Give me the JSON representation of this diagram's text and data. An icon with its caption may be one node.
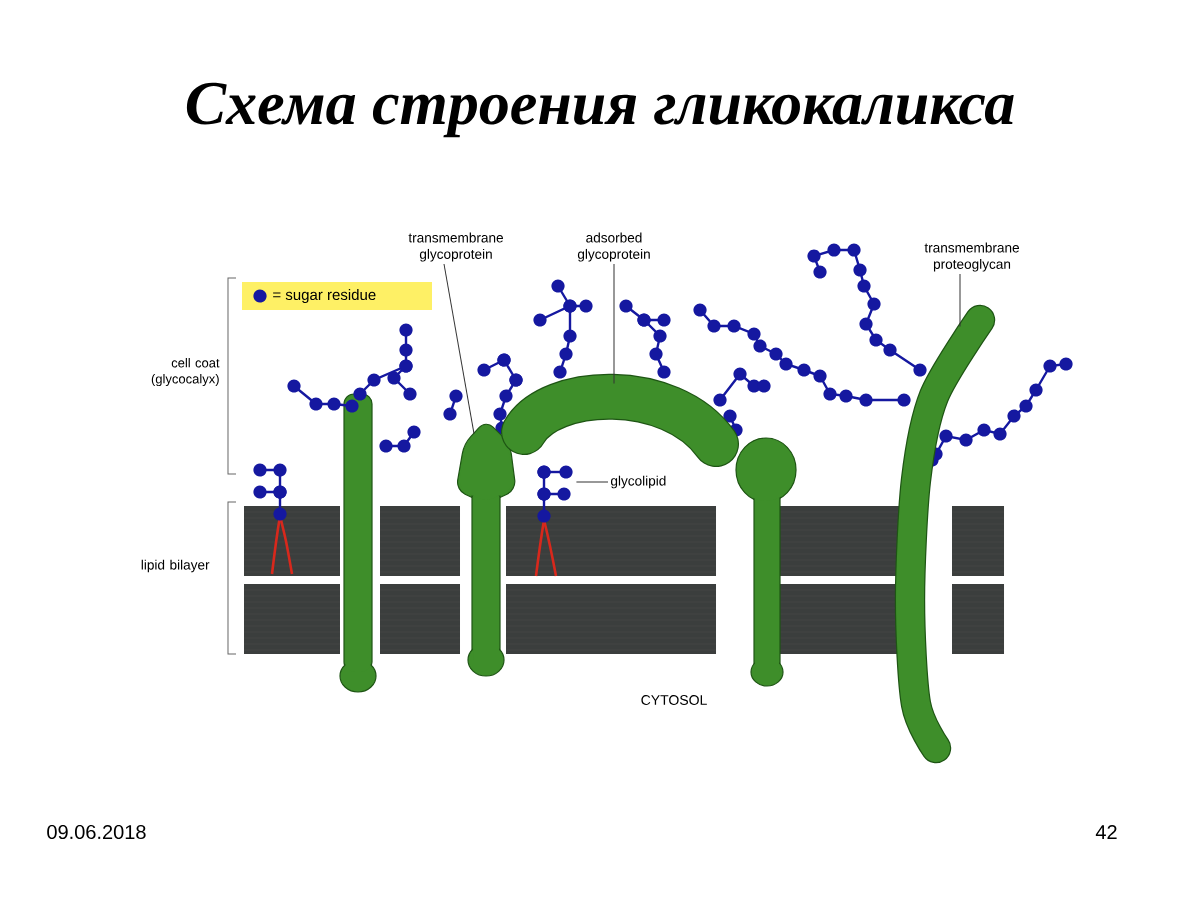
{
  "diagram": {
    "title": "Схема строения гликокаликса",
    "nodes": [
      {
        "text": [
          "transmembrane glycoprotein"
        ]
      },
      {
        "text": [],
        "shape": "picture"
      },
      {
        "text": [
          "adsorbed glycoprotein"
        ]
      },
      {
        "text": [],
        "shape": "picture"
      },
      {
        "text": [
          "glycolipid"
        ]
      },
      {
        "text": [],
        "shape": "picture"
      },
      {
        "text": [
          "transmembrane proteoglycan"
        ]
      },
      {
        "text": [],
        "shape": "picture"
      }
    ],
    "edges": [
      {
        "from": 0,
        "to": 1,
        "arrow": "none"
      },
      {
        "from": 2,
        "to": 3,
        "arrow": "none"
      },
      {
        "from": 4,
        "to": 5,
        "arrow": "none"
      },
      {
        "from": 6,
        "to": 7,
        "arrow": "none"
      }
    ],
    "labels": [
      "cell coat (glycocalyx)",
      "lipid bilayer",
      "CYTOSOL",
      "09.06.2018",
      "42"
    ],
    "legend": [
      {
        "text": "= sugar residue"
      }
    ]
  }
}
